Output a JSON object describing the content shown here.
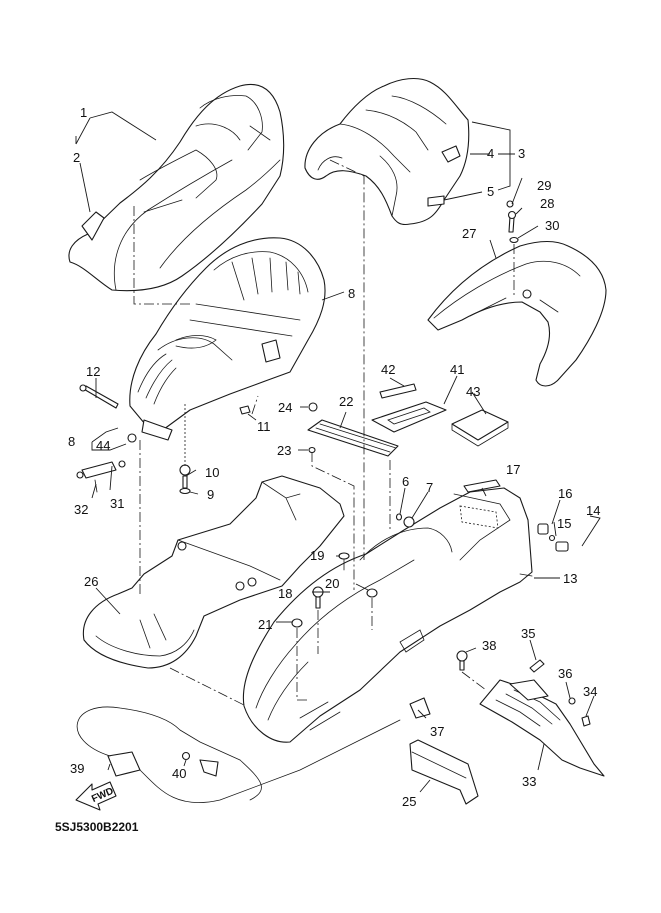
{
  "diagram": {
    "title": "Seat / Seat box exploded parts diagram",
    "drawing_code": "5SJ5300B2201",
    "direction_marker": "FWD",
    "callouts": [
      {
        "id": "c1",
        "text": "1",
        "part": "seat-assembly"
      },
      {
        "id": "c2",
        "text": "2",
        "part": "seat-emblem"
      },
      {
        "id": "c3",
        "text": "3",
        "part": "backrest-assembly"
      },
      {
        "id": "c4",
        "text": "4",
        "part": "backrest-emblem"
      },
      {
        "id": "c5",
        "text": "5",
        "part": "backrest-bracket"
      },
      {
        "id": "c6",
        "text": "6",
        "part": "small-damper"
      },
      {
        "id": "c7",
        "text": "7",
        "part": "cap"
      },
      {
        "id": "c8a",
        "text": "8",
        "part": "seat-bottom"
      },
      {
        "id": "c8b",
        "text": "8",
        "part": "hinge-assembly"
      },
      {
        "id": "c9",
        "text": "9",
        "part": "bolt"
      },
      {
        "id": "c10",
        "text": "10",
        "part": "nut"
      },
      {
        "id": "c11",
        "text": "11",
        "part": "clip"
      },
      {
        "id": "c12",
        "text": "12",
        "part": "hinge-bolt"
      },
      {
        "id": "c13",
        "text": "13",
        "part": "seat-box"
      },
      {
        "id": "c14",
        "text": "14",
        "part": "lamp-assembly"
      },
      {
        "id": "c15",
        "text": "15",
        "part": "bulb"
      },
      {
        "id": "c16",
        "text": "16",
        "part": "switch"
      },
      {
        "id": "c17",
        "text": "17",
        "part": "pad"
      },
      {
        "id": "c18",
        "text": "18",
        "part": "bolt"
      },
      {
        "id": "c19",
        "text": "19",
        "part": "screw"
      },
      {
        "id": "c20",
        "text": "20",
        "part": "damper"
      },
      {
        "id": "c21",
        "text": "21",
        "part": "damper"
      },
      {
        "id": "c22",
        "text": "22",
        "part": "seat-lock-plate"
      },
      {
        "id": "c23",
        "text": "23",
        "part": "collar"
      },
      {
        "id": "c24",
        "text": "24",
        "part": "nut"
      },
      {
        "id": "c25",
        "text": "25",
        "part": "cover"
      },
      {
        "id": "c26",
        "text": "26",
        "part": "front-box-cover"
      },
      {
        "id": "c27",
        "text": "27",
        "part": "grab-bar"
      },
      {
        "id": "c28",
        "text": "28",
        "part": "bolt"
      },
      {
        "id": "c29",
        "text": "29",
        "part": "nut"
      },
      {
        "id": "c30",
        "text": "30",
        "part": "washer"
      },
      {
        "id": "c31",
        "text": "31",
        "part": "seat-damper"
      },
      {
        "id": "c32",
        "text": "32",
        "part": "clip"
      },
      {
        "id": "c33",
        "text": "33",
        "part": "rear-flap"
      },
      {
        "id": "c34",
        "text": "34",
        "part": "nut"
      },
      {
        "id": "c35",
        "text": "35",
        "part": "bolt"
      },
      {
        "id": "c36",
        "text": "36",
        "part": "collar"
      },
      {
        "id": "c37",
        "text": "37",
        "part": "seat-lock"
      },
      {
        "id": "c38",
        "text": "38",
        "part": "bolt"
      },
      {
        "id": "c39",
        "text": "39",
        "part": "seat-lock-cable"
      },
      {
        "id": "c40",
        "text": "40",
        "part": "bolt"
      },
      {
        "id": "c41",
        "text": "41",
        "part": "label"
      },
      {
        "id": "c42",
        "text": "42",
        "part": "band"
      },
      {
        "id": "c43",
        "text": "43",
        "part": "owners-manual-case"
      },
      {
        "id": "c44",
        "text": "44",
        "part": "nut"
      }
    ]
  }
}
